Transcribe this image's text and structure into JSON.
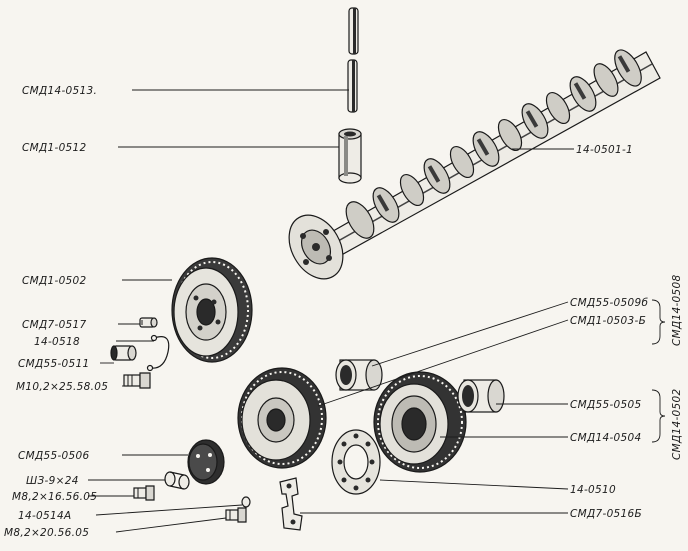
{
  "labels": {
    "pin_rod": "СМД14-0513.",
    "bushing_top": "СМД1-0512",
    "camshaft": "14-0501-1",
    "gear_large": "СМД1-0502",
    "screw_small": "СМД7-0517",
    "lock_wire": "14-0518",
    "plug": "СМД55-0511",
    "bolt_upper": "М10,2×25.58.05",
    "bushing_right_upper": "СМД55-0509б",
    "gear_middle": "СМД1-0503-Б",
    "group_upper": "СМД14-0508",
    "bushing_right_lower": "СМД55-0505",
    "gear_right": "СМД14-0504",
    "group_lower": "СМД14-0502",
    "flange": "СМД55-0506",
    "washer": "ШЗ-9×24",
    "bolt_small": "М8,2×16.56.05",
    "lock_tab": "14-0514А",
    "bolt_lower": "М8,2×20.56.05",
    "lock_ring": "14-0510",
    "lock_plate": "СМД7-0516Б"
  }
}
